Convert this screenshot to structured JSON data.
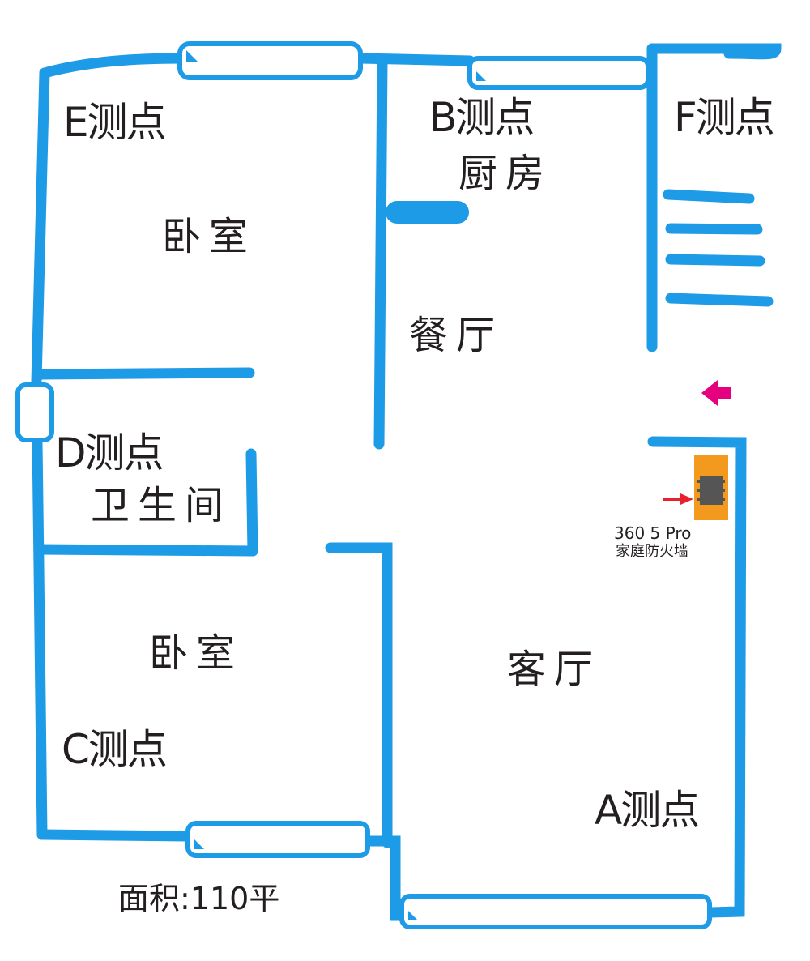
{
  "points": {
    "E": "E测点",
    "B": "B测点",
    "F": "F测点",
    "D": "D测点",
    "C": "C测点",
    "A": "A测点"
  },
  "rooms": {
    "kitchen": "厨房",
    "bedroom_top": "卧室",
    "dining": "餐厅",
    "bathroom": "卫生间",
    "bedroom_bottom": "卧室",
    "living": "客厅"
  },
  "device": {
    "model": "360  5 Pro",
    "name": "家庭防火墙"
  },
  "area_label": "面积:110平",
  "colors": {
    "wall": "#1e9be6",
    "device": "#f39a1e",
    "device_chip": "#555555",
    "entrance_arrow": "#e4007f",
    "pointer_arrow": "#e8212c",
    "text": "#231f20"
  }
}
